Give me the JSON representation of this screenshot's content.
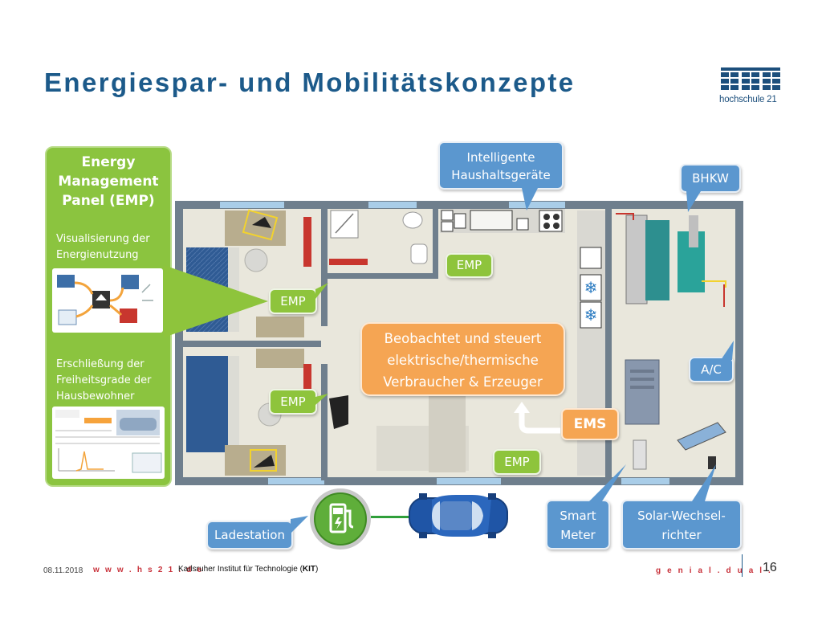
{
  "header": {
    "title": "Energiespar- und Mobilitätskonzepte",
    "logo_text": "hochschule 21"
  },
  "panel": {
    "title_lines": [
      "Energy",
      "Management",
      "Panel (EMP)"
    ],
    "visualisierung_lines": [
      "Visualisierung der",
      "Energienutzung"
    ],
    "erschliessung_lines": [
      "Erschließung der",
      "Freiheitsgrade der",
      "Hausbewohner"
    ]
  },
  "callouts": {
    "intelligente_lines": [
      "Intelligente",
      "Haushaltsgeräte"
    ],
    "bhkw": "BHKW",
    "emp": "EMP",
    "ac": "A/C",
    "center_lines": [
      "Beobachtet und steuert",
      "elektrische/thermische",
      "Verbraucher & Erzeuger"
    ],
    "ems": "EMS",
    "smart_meter_lines": [
      "Smart",
      "Meter"
    ],
    "solar_lines": [
      "Solar-Wechsel-",
      "richter"
    ],
    "ladestation": "Ladestation"
  },
  "footer": {
    "date": "08.11.2018",
    "website": "w w w . h s 2 1 . d e",
    "credit_prefix": "Karlsruher Institut für Technologie (",
    "credit_bold": "KIT",
    "credit_suffix": ")",
    "slogan": "g e n i a l .   d u a l .",
    "page": "16"
  },
  "colors": {
    "title_blue": "#1c5a8a",
    "callout_blue": "#5b97cf",
    "callout_green": "#8ec43c",
    "callout_orange": "#f5a553",
    "footer_red": "#c8313a"
  }
}
